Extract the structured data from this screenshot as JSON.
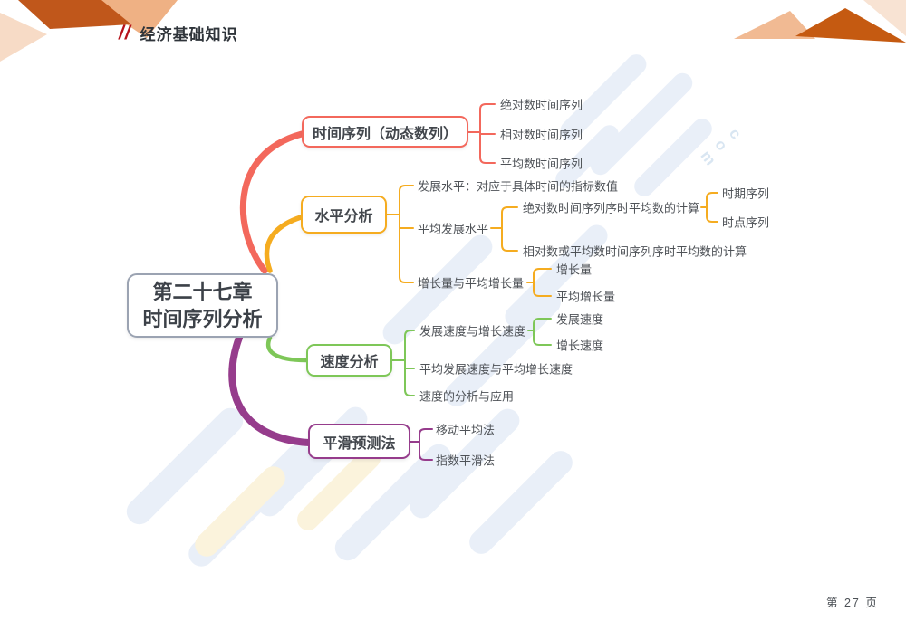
{
  "header": {
    "slashes": "//",
    "title": "经济基础知识"
  },
  "footer": {
    "page_label": "第 27 页"
  },
  "watermark": {
    "letters": "c o m"
  },
  "colors": {
    "branch_red": "#F3685C",
    "branch_yellow": "#F5AC20",
    "branch_green": "#7EC758",
    "branch_purple": "#963C8C",
    "root_border": "#9BA3B2",
    "header_accent": "#B5121B",
    "decor_dark_orange": "#C55A11",
    "decor_peach": "#EFB184",
    "decor_pale": "#F7DBC6",
    "watermark_blue": "#E9EFF8",
    "watermark_yellow": "#FBF3DC"
  },
  "mindmap": {
    "root": {
      "line1": "第二十七章",
      "line2": "时间序列分析"
    },
    "branches": [
      {
        "label": "时间序列（动态数列）",
        "color": "#F3685C",
        "children": [
          {
            "label": "绝对数时间序列"
          },
          {
            "label": "相对数时间序列"
          },
          {
            "label": "平均数时间序列"
          }
        ]
      },
      {
        "label": "水平分析",
        "color": "#F5AC20",
        "children": [
          {
            "label": "发展水平：对应于具体时间的指标数值"
          },
          {
            "label": "平均发展水平",
            "children": [
              {
                "label": "绝对数时间序列序时平均数的计算",
                "children": [
                  {
                    "label": "时期序列"
                  },
                  {
                    "label": "时点序列"
                  }
                ]
              },
              {
                "label": "相对数或平均数时间序列序时平均数的计算"
              }
            ]
          },
          {
            "label": "增长量与平均增长量",
            "children": [
              {
                "label": "增长量"
              },
              {
                "label": "平均增长量"
              }
            ]
          }
        ]
      },
      {
        "label": "速度分析",
        "color": "#7EC758",
        "children": [
          {
            "label": "发展速度与增长速度",
            "children": [
              {
                "label": "发展速度"
              },
              {
                "label": "增长速度"
              }
            ]
          },
          {
            "label": "平均发展速度与平均增长速度"
          },
          {
            "label": "速度的分析与应用"
          }
        ]
      },
      {
        "label": "平滑预测法",
        "color": "#963C8C",
        "children": [
          {
            "label": "移动平均法"
          },
          {
            "label": "指数平滑法"
          }
        ]
      }
    ]
  }
}
